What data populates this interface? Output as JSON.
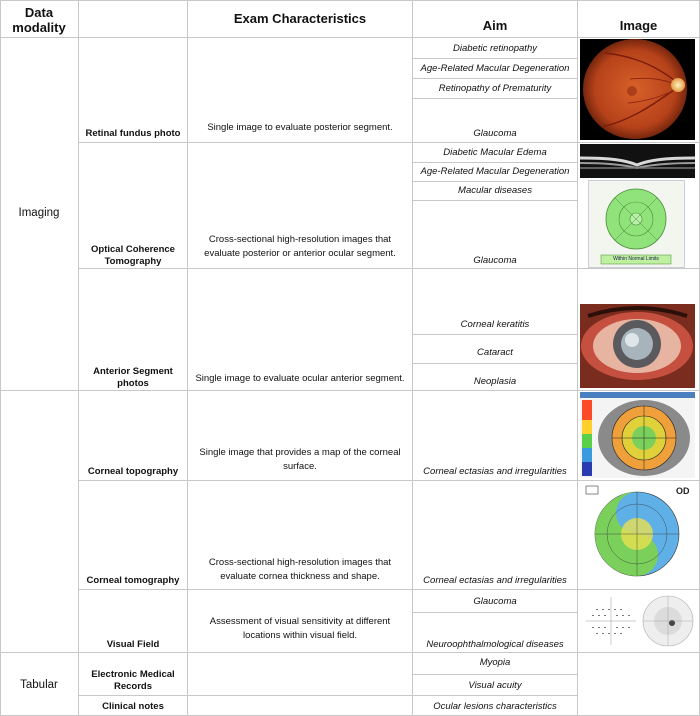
{
  "headers": {
    "col1": "Data\nmodality",
    "col3": "Exam Characteristics",
    "col4": "Aim",
    "col5": "Image"
  },
  "modalities": {
    "imaging": "Imaging",
    "tabular": "Tabular"
  },
  "rows": [
    {
      "exam": "Retinal fundus photo",
      "desc": "Single image to evaluate posterior segment.",
      "aims": [
        "Diabetic retinopathy",
        "Age-Related Macular Degeneration",
        "Retinopathy of Prematurity",
        "Glaucoma"
      ]
    },
    {
      "exam": "Optical Coherence Tomography",
      "desc": "Cross-sectional high-resolution images that evaluate posterior or anterior ocular segment.",
      "aims": [
        "Diabetic Macular Edema",
        "Age-Related Macular Degeneration",
        "Macular diseases",
        "Glaucoma"
      ]
    },
    {
      "exam": "Anterior Segment photos",
      "desc": "Single image to evaluate ocular anterior segment.",
      "aims": [
        "Corneal keratitis",
        "Cataract",
        "Neoplasia"
      ]
    },
    {
      "exam": "Corneal topography",
      "desc": "Single image that provides a map of the corneal surface.",
      "aims": [
        "Corneal ectasias and irregularities"
      ]
    },
    {
      "exam": "Corneal tomography",
      "desc": "Cross-sectional high-resolution images that evaluate cornea thickness and shape.",
      "aims": [
        "Corneal ectasias and irregularities"
      ]
    },
    {
      "exam": "Visual Field",
      "desc": "Assessment of visual sensitivity at different locations within visual field.",
      "aims": [
        "Glaucoma",
        "Neuroophthalmological diseases"
      ]
    },
    {
      "exam": "Electronic Medical Records",
      "desc": "",
      "aims": [
        "Myopia",
        "Visual acuity"
      ]
    },
    {
      "exam": "Clinical notes",
      "desc": "",
      "aims": [
        "Ocular lesions characteristics"
      ]
    }
  ],
  "oct_thumb": {
    "footer": "Within Normal Limits"
  }
}
